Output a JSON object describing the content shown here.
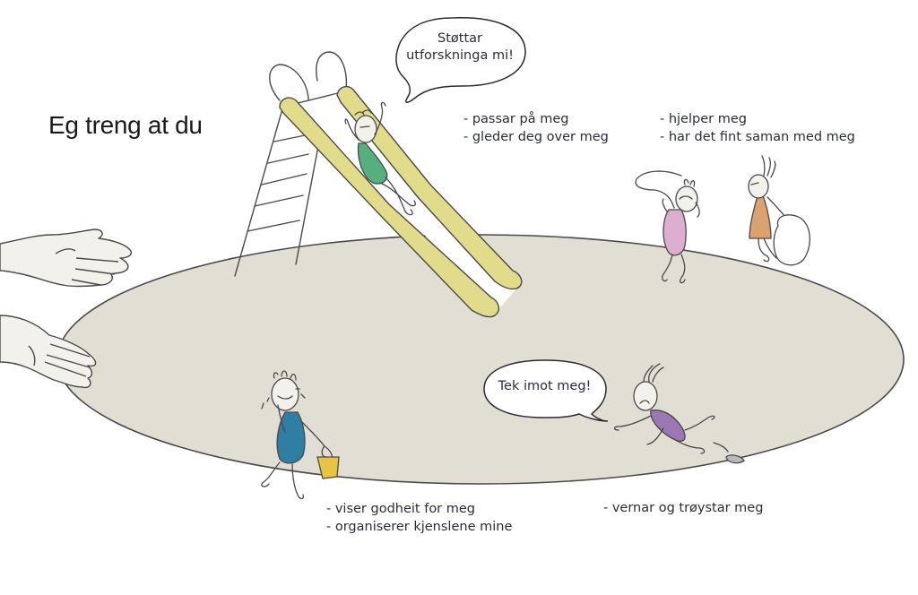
{
  "title": "Eg treng at du",
  "speech_bubbles": [
    {
      "id": "slide",
      "lines": [
        "Støttar",
        "utforskninga mi!"
      ]
    },
    {
      "id": "running",
      "lines": [
        "Tek imot meg!"
      ]
    }
  ],
  "captions": {
    "slide": [
      "- passar på meg",
      "- gleder deg over meg"
    ],
    "top_right": [
      "- hjelper meg",
      "- har det fint saman med meg"
    ],
    "bottom_left": [
      "- viser godheit for meg",
      "- organiserer kjenslene mine"
    ],
    "bottom_right": [
      "- vernar og trøystar meg"
    ]
  },
  "colors": {
    "ground": "#e1ded3",
    "outline": "#4a4a4a",
    "slide_rail": "#e1dc8a",
    "hand": "#f3f1ec",
    "child_slide_shirt": "#56b07d",
    "child_pink_shirt": "#dcaed0",
    "child_orange_shirt": "#d9a26e",
    "child_blue_shirt": "#2f7ea3",
    "bucket": "#e8c443",
    "child_purple_shirt": "#9b78b2",
    "stone": "#b9b9b9"
  }
}
